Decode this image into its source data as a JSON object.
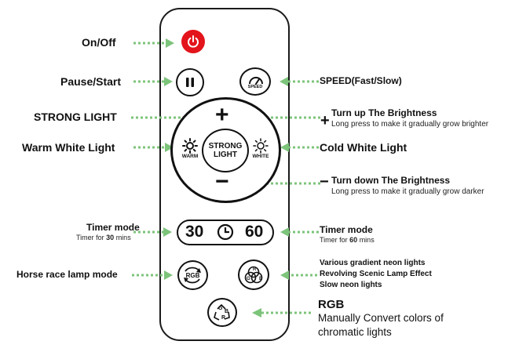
{
  "labels": {
    "on_off": "On/Off",
    "pause_start": "Pause/Start",
    "speed": "SPEED(Fast/Slow)",
    "strong_light": "STRONG LIGHT",
    "turn_up_title": "Turn  up The Brightness",
    "turn_up_desc": "Long press to make it gradually grow brighter",
    "warm_white": "Warm White  Light",
    "cold_white": "Cold White Light",
    "turn_down_title": "Turn  down The Brightness",
    "turn_down_desc": "Long press to make it gradually grow darker",
    "timer_left_title": "Timer mode",
    "timer_left_desc_pre": "Timer for ",
    "timer_left_desc_value": "30",
    "timer_left_desc_post": " mins",
    "timer_right_title": "Timer mode",
    "timer_right_desc_pre": "Timer for ",
    "timer_right_desc_value": "60",
    "timer_right_desc_post": " mins",
    "horse_race": "Horse race lamp mode",
    "gradient_1": "Various gradient neon lights",
    "gradient_2": "Revolving Scenic Lamp Effect",
    "gradient_3": "Slow neon lights",
    "rgb_title": "RGB",
    "rgb_desc_1": "Manually Convert colors of",
    "rgb_desc_2": "chromatic lights"
  },
  "remote": {
    "speed_icon_text": "SPEED",
    "plus": "+",
    "minus": "−",
    "strong_light_line1": "STRONG",
    "strong_light_line2": "LIGHT",
    "warm_text": "WARM",
    "white_text": "WHITE",
    "timer_30": "30",
    "timer_60": "60",
    "rgb_button_text": "RGB",
    "mode_r": "R",
    "mode_g": "G",
    "mode_b": "B",
    "rgb_g": "G",
    "rgb_b": "B",
    "rgb_r": "R"
  },
  "colors": {
    "power_red": "#e3141b",
    "arrow_green": "#7dc47b",
    "outline": "#111111"
  }
}
